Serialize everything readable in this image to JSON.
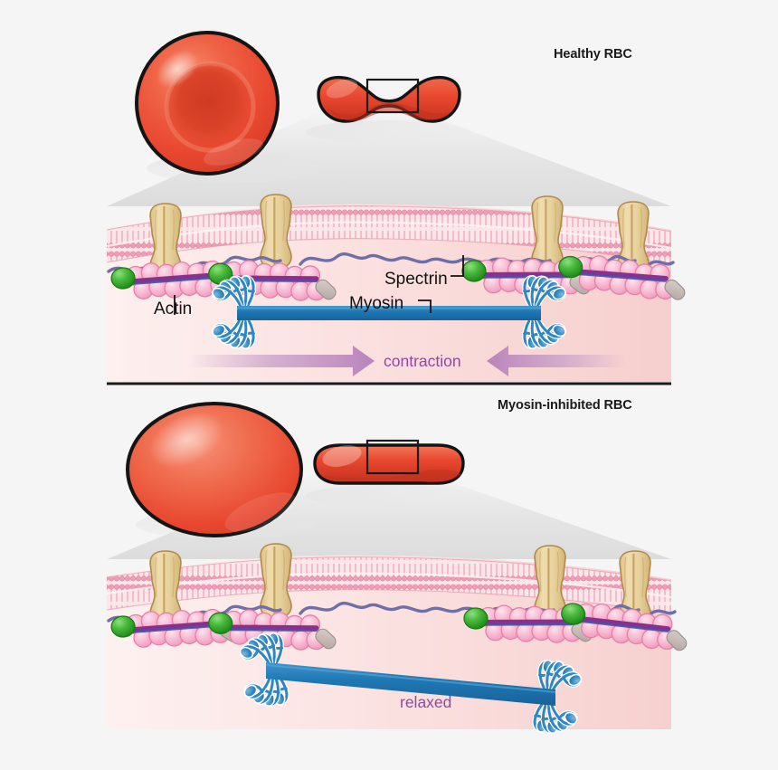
{
  "figure": {
    "kind": "scientific-diagram",
    "subject": "Red blood cell membrane cytoskeleton with myosin",
    "background_color": "#f5f5f5"
  },
  "panels": [
    {
      "id": "healthy",
      "title": "Healthy RBC",
      "cell_shape_top_view": "biconcave-disc",
      "cell_shape_side_view": "dumbbell",
      "myosin_state": "contracted",
      "flow_label": "contraction",
      "flow_label_color": "#8e4aa0",
      "arrows": [
        "right",
        "left"
      ]
    },
    {
      "id": "inhibited",
      "title": "Myosin-inhibited RBC",
      "cell_shape_top_view": "ellipse",
      "cell_shape_side_view": "flat-bar",
      "myosin_state": "relaxed",
      "flow_label": "relaxed",
      "flow_label_color": "#8e4aa0",
      "arrows": []
    }
  ],
  "labels": {
    "actin": "Actin",
    "spectrin": "Spectrin",
    "myosin": "Myosin"
  },
  "colors": {
    "rbc_red": "#e8472f",
    "rbc_red_light": "#f06a4d",
    "rbc_red_dark": "#c9331f",
    "membrane_pink": "#e88fa8",
    "bilayer_fill": "#f9dbe2",
    "protein_tan": "#e9d4a2",
    "protein_tan_outline": "#b08a4a",
    "actin_pink": "#f7b6ce",
    "actin_outline": "#e0709c",
    "tropomodulin_green": "#33a02c",
    "tropomyosin_purple": "#8b2f8f",
    "spectrin_slate": "#6f6fa8",
    "myosin_blue": "#1f78b4",
    "cytoplasm_pink": "#fbe4e4",
    "baseline_black": "#1a1a1a",
    "callout_wedge": "#e4e4e4",
    "label_text": "#111111"
  },
  "structures": {
    "bilayer": "phospholipid-bilayer",
    "transmembrane_protein": "band-3-protein",
    "actin_filament": "short-actin-protofilament",
    "cap": "tropomodulin-cap",
    "motor": "myosin-IIA-bipolar-filament"
  }
}
